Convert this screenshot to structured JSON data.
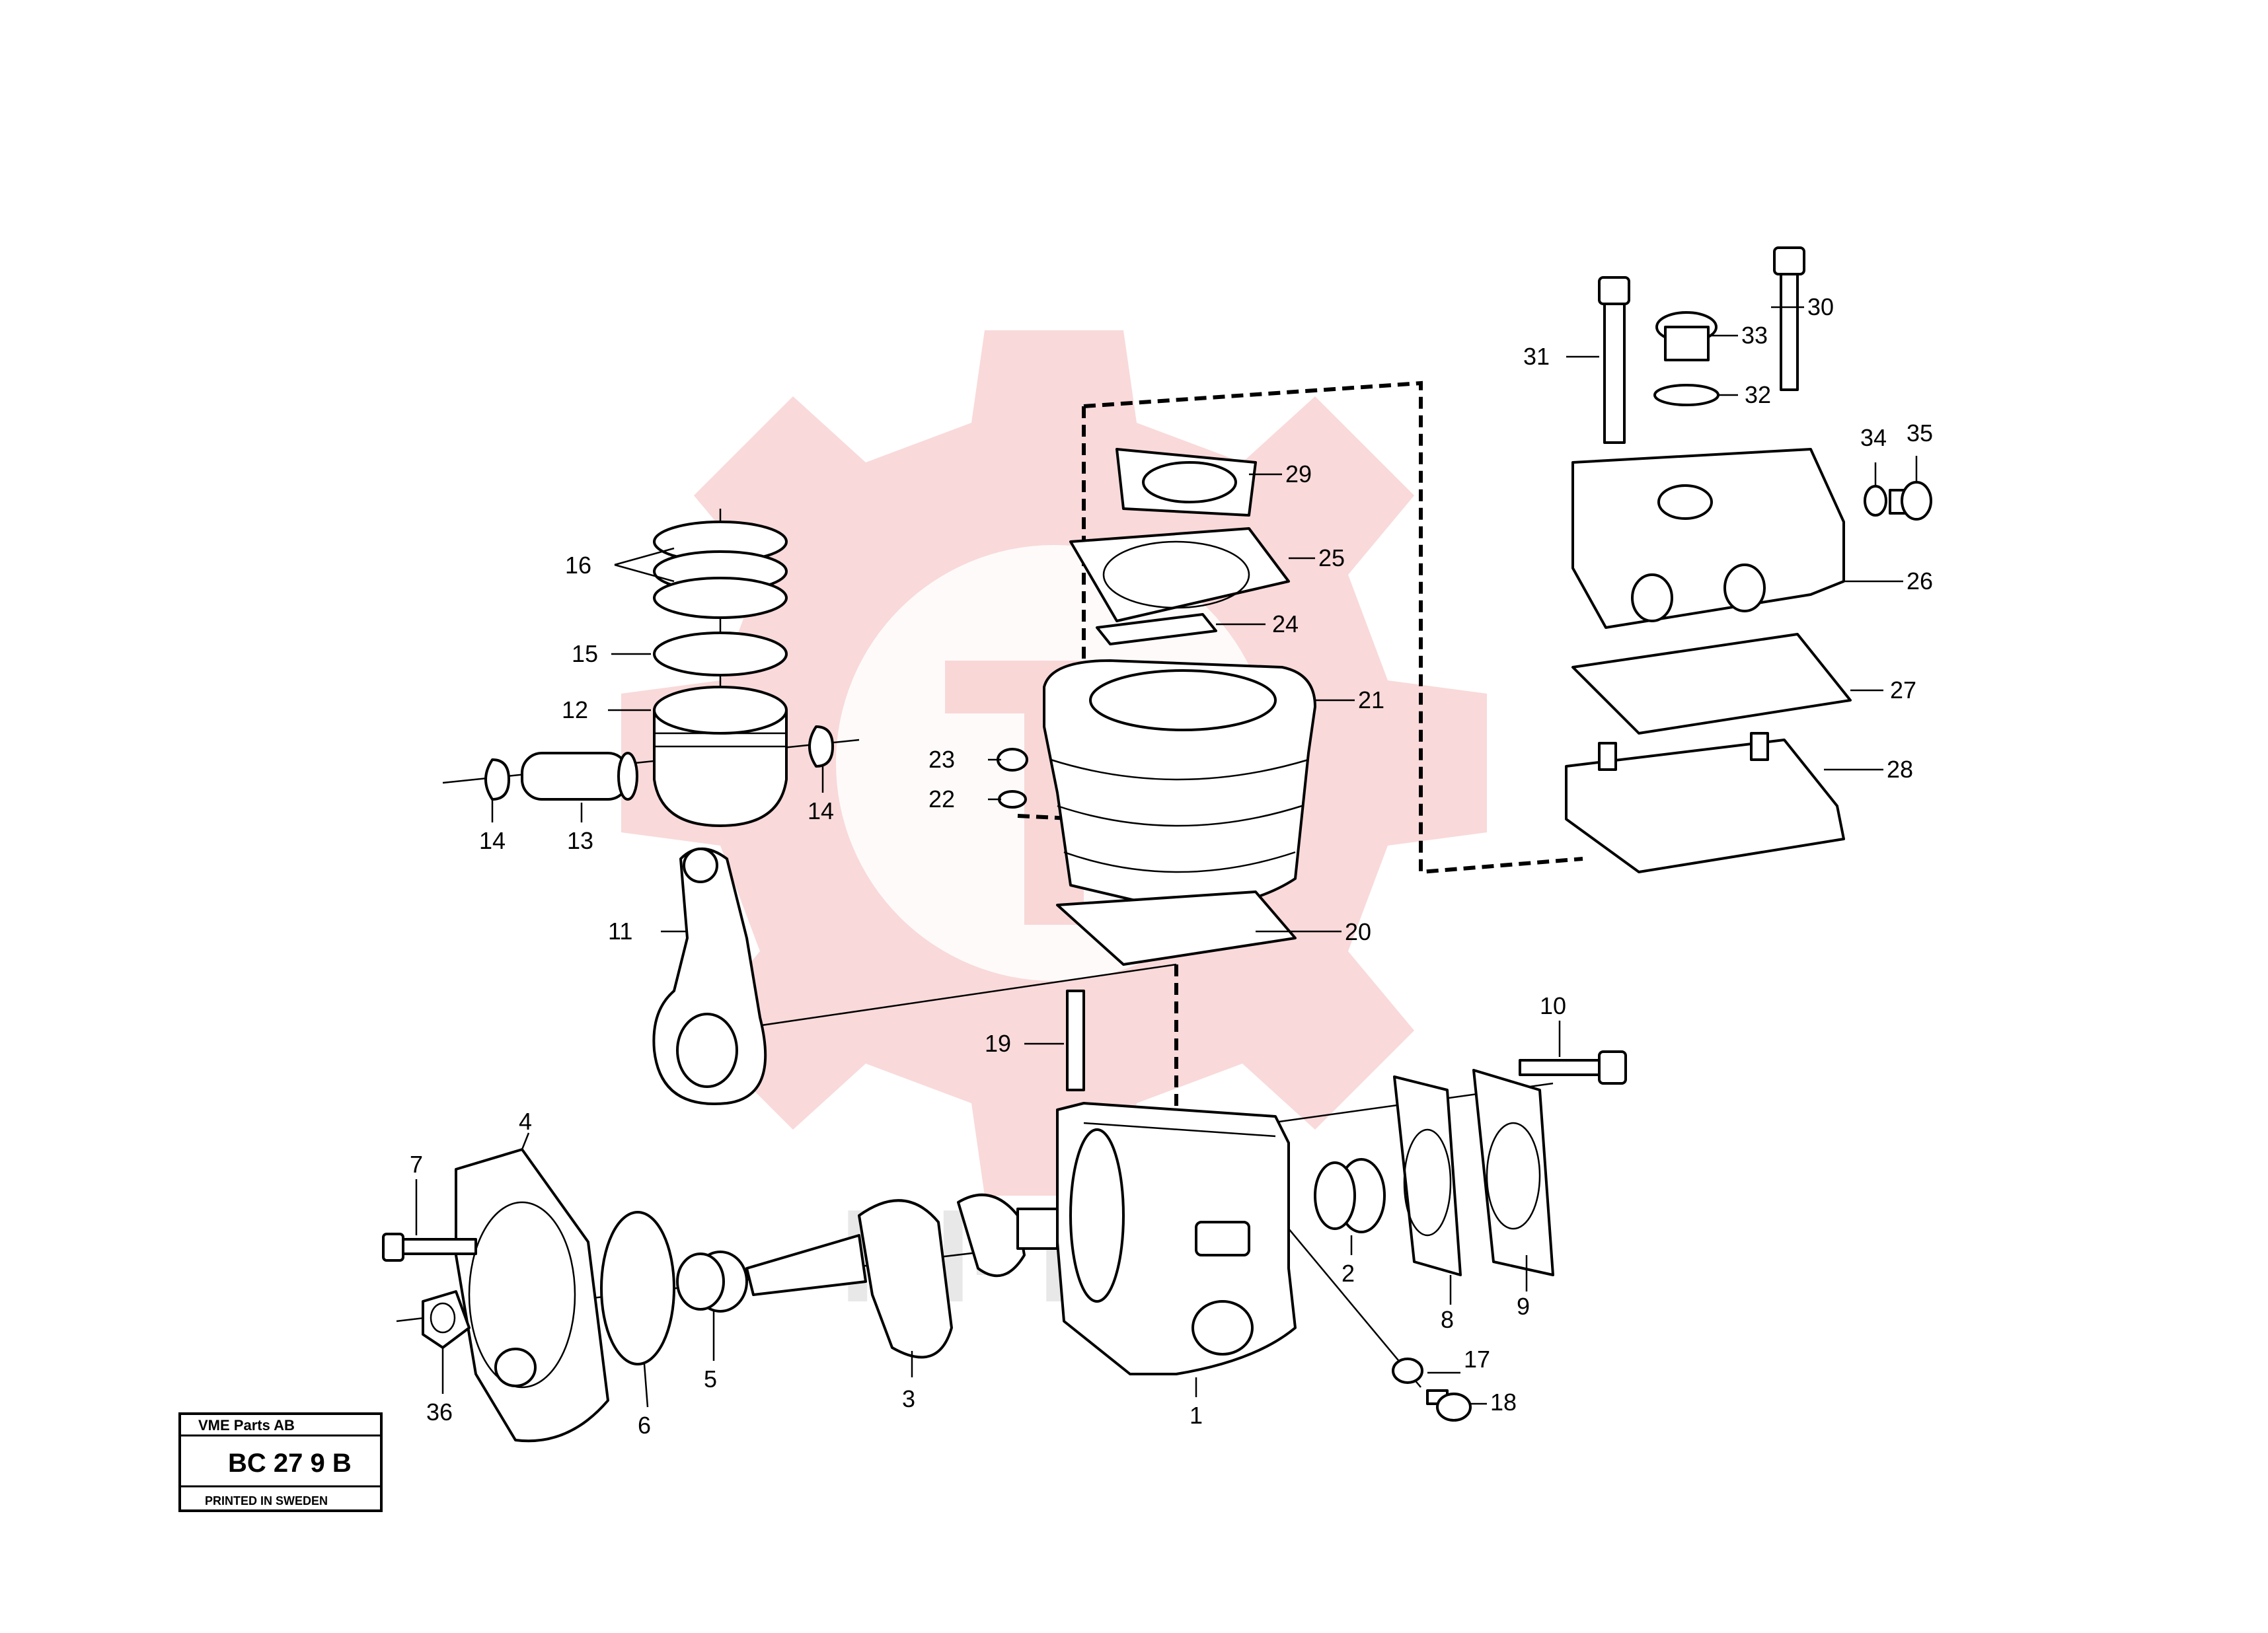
{
  "colors": {
    "watermark": "#f4b9b9",
    "ink": "#000000"
  },
  "watermark": {
    "logo_text": "HI-TEX"
  },
  "callouts": [
    "1",
    "2",
    "3",
    "4",
    "5",
    "6",
    "7",
    "8",
    "9",
    "10",
    "11",
    "12",
    "13",
    "14",
    "14",
    "15",
    "16",
    "17",
    "18",
    "19",
    "20",
    "21",
    "22",
    "23",
    "24",
    "25",
    "26",
    "27",
    "28",
    "29",
    "30",
    "31",
    "32",
    "33",
    "34",
    "35",
    "36"
  ],
  "title_block": {
    "company": "VME Parts AB",
    "code": "BC 27 9 B",
    "footer": "PRINTED IN SWEDEN"
  }
}
